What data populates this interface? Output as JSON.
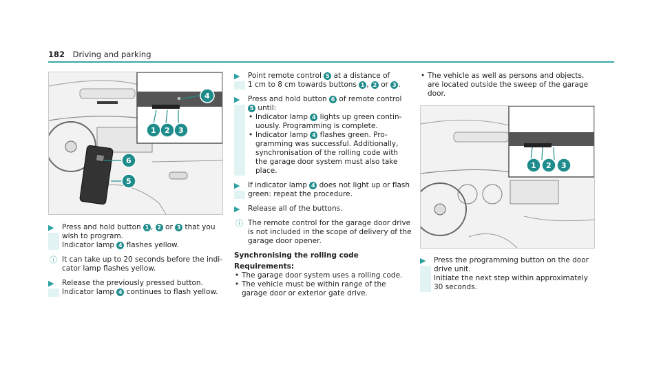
{
  "header": {
    "page_number": "182",
    "section": "Driving and parking"
  },
  "figure1": {
    "callouts": [
      "1",
      "2",
      "3",
      "4",
      "5",
      "6"
    ]
  },
  "figure2": {
    "callouts": [
      "1",
      "2",
      "3"
    ]
  },
  "col1": {
    "s1_a": "Press and hold button",
    "s1_b": "1",
    "s1_c": ",",
    "s1_d": "2",
    "s1_e": "or",
    "s1_f": "3",
    "s1_g": "that you",
    "s1_h": "wish to program.",
    "s1_i": "Indicator lamp",
    "s1_j": "4",
    "s1_k": "flashes yellow.",
    "note1": "It can take up to 20 seconds before the indi-",
    "note2": "cator lamp flashes yellow.",
    "s2_a": "Release the previously pressed button.",
    "s2_b": "Indicator lamp",
    "s2_c": "4",
    "s2_d": "continues to flash yellow."
  },
  "col2": {
    "s1_a": "Point remote control",
    "s1_b": "5",
    "s1_c": "at a distance of",
    "s1_d": "1 cm to 8 cm towards buttons",
    "s1_e": "1",
    "s1_f": ",",
    "s1_g": "2",
    "s1_h": "or",
    "s1_i": "3",
    "s1_j": ".",
    "s2_a": "Press and hold button",
    "s2_b": "6",
    "s2_c": "of remote control",
    "s2_d": "5",
    "s2_e": "until:",
    "b1_a": "Indicator lamp",
    "b1_b": "4",
    "b1_c": "lights up green contin-",
    "b1_d": "uously. Programming is complete.",
    "b2_a": "Indicator lamp",
    "b2_b": "4",
    "b2_c": "flashes green. Pro-",
    "b2_d": "gramming was successful. Additionally,",
    "b2_e": "synchronisation of the rolling code with",
    "b2_f": "the garage door system must also take",
    "b2_g": "place.",
    "s3_a": "If indicator lamp",
    "s3_b": "4",
    "s3_c": "does not light up or flash",
    "s3_d": "green: repeat the procedure.",
    "s4": "Release all of the buttons.",
    "note1": "The remote control for the garage door drive",
    "note2": "is not included in the scope of delivery of the",
    "note3": "garage door opener.",
    "heading": "Synchronising the rolling code",
    "req": "Requirements:",
    "r1": "The garage door system uses a rolling code.",
    "r2a": "The vehicle must be within range of the",
    "r2b": "garage door or exterior gate drive."
  },
  "col3": {
    "b1a": "The vehicle as well as persons and objects,",
    "b1b": "are located outside the sweep of the garage",
    "b1c": "door.",
    "s1a": "Press the programming button on the door",
    "s1b": "drive unit.",
    "s1c": "Initiate the next step within approximately",
    "s1d": "30 seconds."
  },
  "icons": {
    "step": "arrow-right-icon",
    "note": "info-icon"
  },
  "colors": {
    "accent": "#2aa0a0",
    "callout": "#1f8c8c"
  }
}
